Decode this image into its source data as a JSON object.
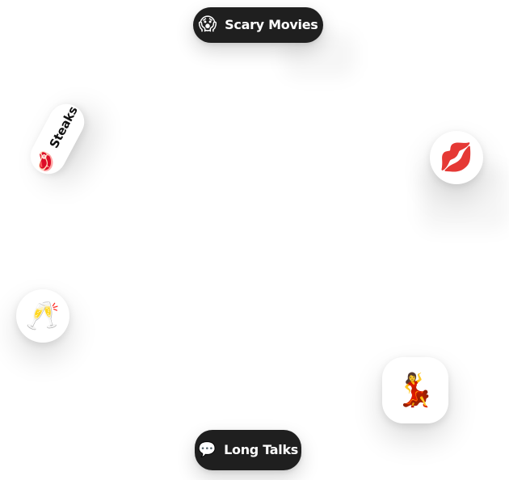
{
  "chips": {
    "scary_movies": {
      "label": "Scary Movies",
      "emoji": "😱",
      "icon": "scream-face-icon"
    },
    "steaks": {
      "label": "Steaks",
      "emoji": "🥩",
      "icon": "steak-icon"
    },
    "kiss": {
      "emoji": "💋",
      "icon": "kiss-mark-icon"
    },
    "cheers": {
      "emoji": "🥂",
      "icon": "clinking-glasses-icon"
    },
    "dancer": {
      "emoji": "💃",
      "icon": "dancer-icon"
    },
    "long_talks": {
      "label": "Long Talks",
      "emoji": "💬",
      "icon": "speech-bubble-icon"
    }
  }
}
